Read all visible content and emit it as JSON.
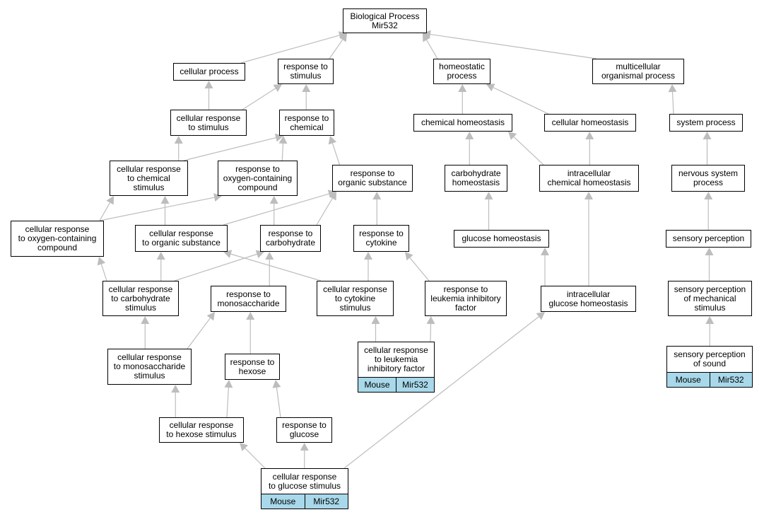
{
  "nodes": [
    {
      "id": "bp",
      "label": "Biological Process\nMir532"
    },
    {
      "id": "cp",
      "label": "cellular process"
    },
    {
      "id": "rs",
      "label": "response to\nstimulus"
    },
    {
      "id": "hp",
      "label": "homeostatic\nprocess"
    },
    {
      "id": "mop",
      "label": "multicellular\norganismal process"
    },
    {
      "id": "crs",
      "label": "cellular response\nto stimulus"
    },
    {
      "id": "rc",
      "label": "response to\nchemical"
    },
    {
      "id": "ch",
      "label": "chemical homeostasis"
    },
    {
      "id": "cellh",
      "label": "cellular homeostasis"
    },
    {
      "id": "sp",
      "label": "system process"
    },
    {
      "id": "crcs",
      "label": "cellular response\nto chemical\nstimulus"
    },
    {
      "id": "rocc",
      "label": "response to\noxygen-containing\ncompound"
    },
    {
      "id": "ros",
      "label": "response to\norganic substance"
    },
    {
      "id": "cbh",
      "label": "carbohydrate\nhomeostasis"
    },
    {
      "id": "ich",
      "label": "intracellular\nchemical homeostasis"
    },
    {
      "id": "nsp",
      "label": "nervous system\nprocess"
    },
    {
      "id": "crocc",
      "label": "cellular response\nto oxygen-containing\ncompound"
    },
    {
      "id": "cros",
      "label": "cellular response\nto organic substance"
    },
    {
      "id": "rcarb",
      "label": "response to\ncarbohydrate"
    },
    {
      "id": "rcyt",
      "label": "response to\ncytokine"
    },
    {
      "id": "gh",
      "label": "glucose homeostasis"
    },
    {
      "id": "sperc",
      "label": "sensory perception"
    },
    {
      "id": "crcarb",
      "label": "cellular response\nto carbohydrate\nstimulus"
    },
    {
      "id": "rmono",
      "label": "response to\nmonosaccharide"
    },
    {
      "id": "crcyt",
      "label": "cellular response\nto cytokine\nstimulus"
    },
    {
      "id": "rlif",
      "label": "response to\nleukemia inhibitory\nfactor"
    },
    {
      "id": "igh",
      "label": "intracellular\nglucose homeostasis"
    },
    {
      "id": "spms",
      "label": "sensory perception\nof mechanical\nstimulus"
    },
    {
      "id": "crmono",
      "label": "cellular response\nto monosaccharide\nstimulus"
    },
    {
      "id": "rhex",
      "label": "response to\nhexose"
    },
    {
      "id": "crlif",
      "label": "cellular response\nto leukemia\ninhibitory factor",
      "tags": [
        "Mouse",
        "Mir532"
      ]
    },
    {
      "id": "sps",
      "label": "sensory perception\nof sound",
      "tags": [
        "Mouse",
        "Mir532"
      ]
    },
    {
      "id": "crhex",
      "label": "cellular response\nto hexose stimulus"
    },
    {
      "id": "rglu",
      "label": "response to\nglucose"
    },
    {
      "id": "crglu",
      "label": "cellular response\nto glucose stimulus",
      "tags": [
        "Mouse",
        "Mir532"
      ]
    }
  ],
  "edges": [
    [
      "cp",
      "bp"
    ],
    [
      "rs",
      "bp"
    ],
    [
      "hp",
      "bp"
    ],
    [
      "mop",
      "bp"
    ],
    [
      "crs",
      "cp"
    ],
    [
      "crs",
      "rs"
    ],
    [
      "rc",
      "rs"
    ],
    [
      "ch",
      "hp"
    ],
    [
      "cellh",
      "hp"
    ],
    [
      "sp",
      "mop"
    ],
    [
      "crcs",
      "crs"
    ],
    [
      "crcs",
      "rc"
    ],
    [
      "rocc",
      "rc"
    ],
    [
      "ros",
      "rc"
    ],
    [
      "cbh",
      "ch"
    ],
    [
      "ich",
      "ch"
    ],
    [
      "ich",
      "cellh"
    ],
    [
      "nsp",
      "sp"
    ],
    [
      "crocc",
      "crcs"
    ],
    [
      "crocc",
      "rocc"
    ],
    [
      "cros",
      "crcs"
    ],
    [
      "cros",
      "ros"
    ],
    [
      "rcarb",
      "rocc"
    ],
    [
      "rcarb",
      "ros"
    ],
    [
      "rcyt",
      "ros"
    ],
    [
      "gh",
      "cbh"
    ],
    [
      "sperc",
      "nsp"
    ],
    [
      "crcarb",
      "crocc"
    ],
    [
      "crcarb",
      "cros"
    ],
    [
      "crcarb",
      "rcarb"
    ],
    [
      "rmono",
      "rcarb"
    ],
    [
      "crcyt",
      "cros"
    ],
    [
      "crcyt",
      "rcyt"
    ],
    [
      "rlif",
      "rcyt"
    ],
    [
      "igh",
      "gh"
    ],
    [
      "igh",
      "ich"
    ],
    [
      "spms",
      "sperc"
    ],
    [
      "crmono",
      "crcarb"
    ],
    [
      "crmono",
      "rmono"
    ],
    [
      "rhex",
      "rmono"
    ],
    [
      "crlif",
      "crcyt"
    ],
    [
      "crlif",
      "rlif"
    ],
    [
      "sps",
      "spms"
    ],
    [
      "crhex",
      "crmono"
    ],
    [
      "crhex",
      "rhex"
    ],
    [
      "rglu",
      "rhex"
    ],
    [
      "crglu",
      "crhex"
    ],
    [
      "crglu",
      "rglu"
    ],
    [
      "crglu",
      "igh"
    ]
  ]
}
